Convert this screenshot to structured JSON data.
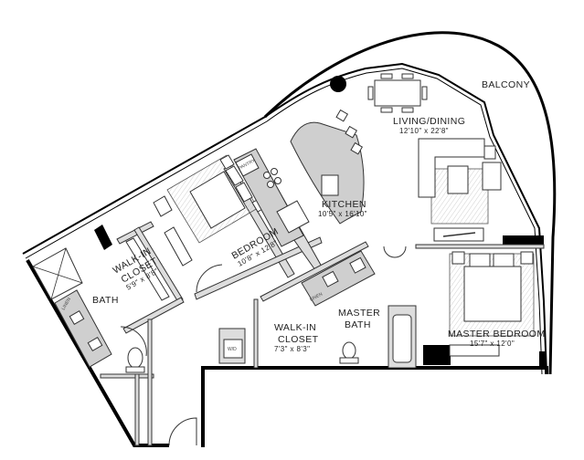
{
  "plan": {
    "rooms": [
      {
        "id": "balcony",
        "name": "BALCONY",
        "dims": ""
      },
      {
        "id": "living-dining",
        "name": "LIVING/DINING",
        "dims": "12'10\" x 22'8\""
      },
      {
        "id": "kitchen",
        "name": "KITCHEN",
        "dims": "10'5\" x 16'10\""
      },
      {
        "id": "bedroom",
        "name": "BEDROOM",
        "dims": "10'8\" x 12'8\""
      },
      {
        "id": "walk-in-closet-1",
        "name_line1": "WALK-IN",
        "name_line2": "CLOSET",
        "dims": "5'9\" x 8'8\""
      },
      {
        "id": "bath",
        "name": "BATH",
        "dims": ""
      },
      {
        "id": "walk-in-closet-2",
        "name_line1": "WALK-IN",
        "name_line2": "CLOSET",
        "dims": "7'3\" x 8'3\""
      },
      {
        "id": "master-bath",
        "name_line1": "MASTER",
        "name_line2": "BATH",
        "dims": ""
      },
      {
        "id": "master-bedroom",
        "name": "MASTER BEDROOM",
        "dims": "15'7\" x 12'0\""
      }
    ],
    "fixture_labels": {
      "washer_dryer": "W/D",
      "pantry": "PANTRY",
      "linen_bath": "LINEN",
      "linen_master": "LINEN"
    },
    "colors": {
      "wall": "#000000",
      "interior_wall": "#dddddd",
      "counter": "#cfcfcf",
      "background": "#ffffff"
    }
  }
}
